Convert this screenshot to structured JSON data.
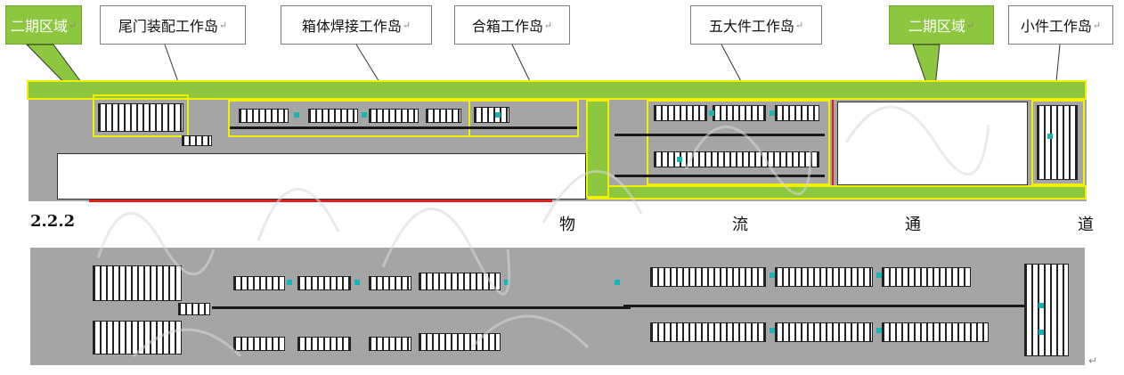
{
  "callouts": [
    {
      "label": "二期区域",
      "mark": "↵",
      "style": "green"
    },
    {
      "label": "尾门装配工作岛",
      "mark": "↵",
      "style": "plain"
    },
    {
      "label": "箱体焊接工作岛",
      "mark": "↵",
      "style": "plain"
    },
    {
      "label": "合箱工作岛",
      "mark": "↵",
      "style": "plain"
    },
    {
      "label": "五大件工作岛",
      "mark": "↵",
      "style": "plain"
    },
    {
      "label": "二期区域",
      "mark": "↵",
      "style": "green"
    },
    {
      "label": "小件工作岛",
      "mark": "↵",
      "style": "plain"
    }
  ],
  "heading": {
    "number": "2.2.2",
    "chars": [
      "物",
      "流",
      "通",
      "道"
    ]
  },
  "end_mark": "↵",
  "colors": {
    "zone_green": "#8dc63f",
    "highlight_yellow": "#f0f000",
    "boundary_red": "#e02020",
    "floor_gray": "#a5a5a5",
    "conveyor_cyan": "#19b3b3"
  }
}
